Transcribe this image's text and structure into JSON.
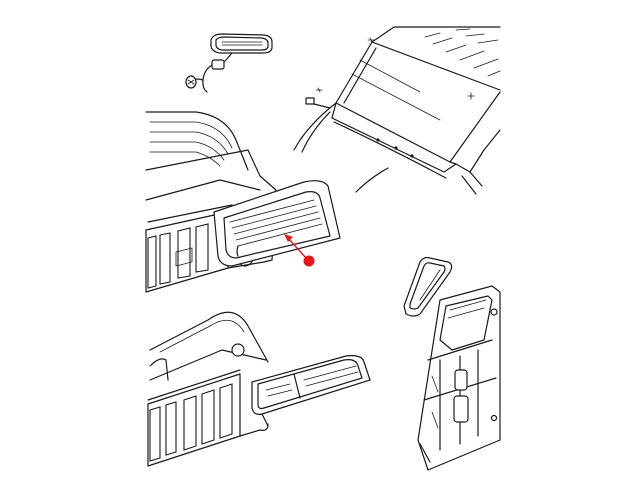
{
  "diagram": {
    "colors": {
      "line": "#1a1a1a",
      "background": "#ffffff",
      "callout": "#e8151b"
    },
    "views": [
      {
        "id": "rearview-mirror"
      },
      {
        "id": "windshield"
      },
      {
        "id": "rear-sliding-window"
      },
      {
        "id": "quarter-window-door"
      },
      {
        "id": "rear-window-alternate"
      }
    ],
    "callout": {
      "marker": "red-dot",
      "target": "rear-sliding-window"
    }
  }
}
